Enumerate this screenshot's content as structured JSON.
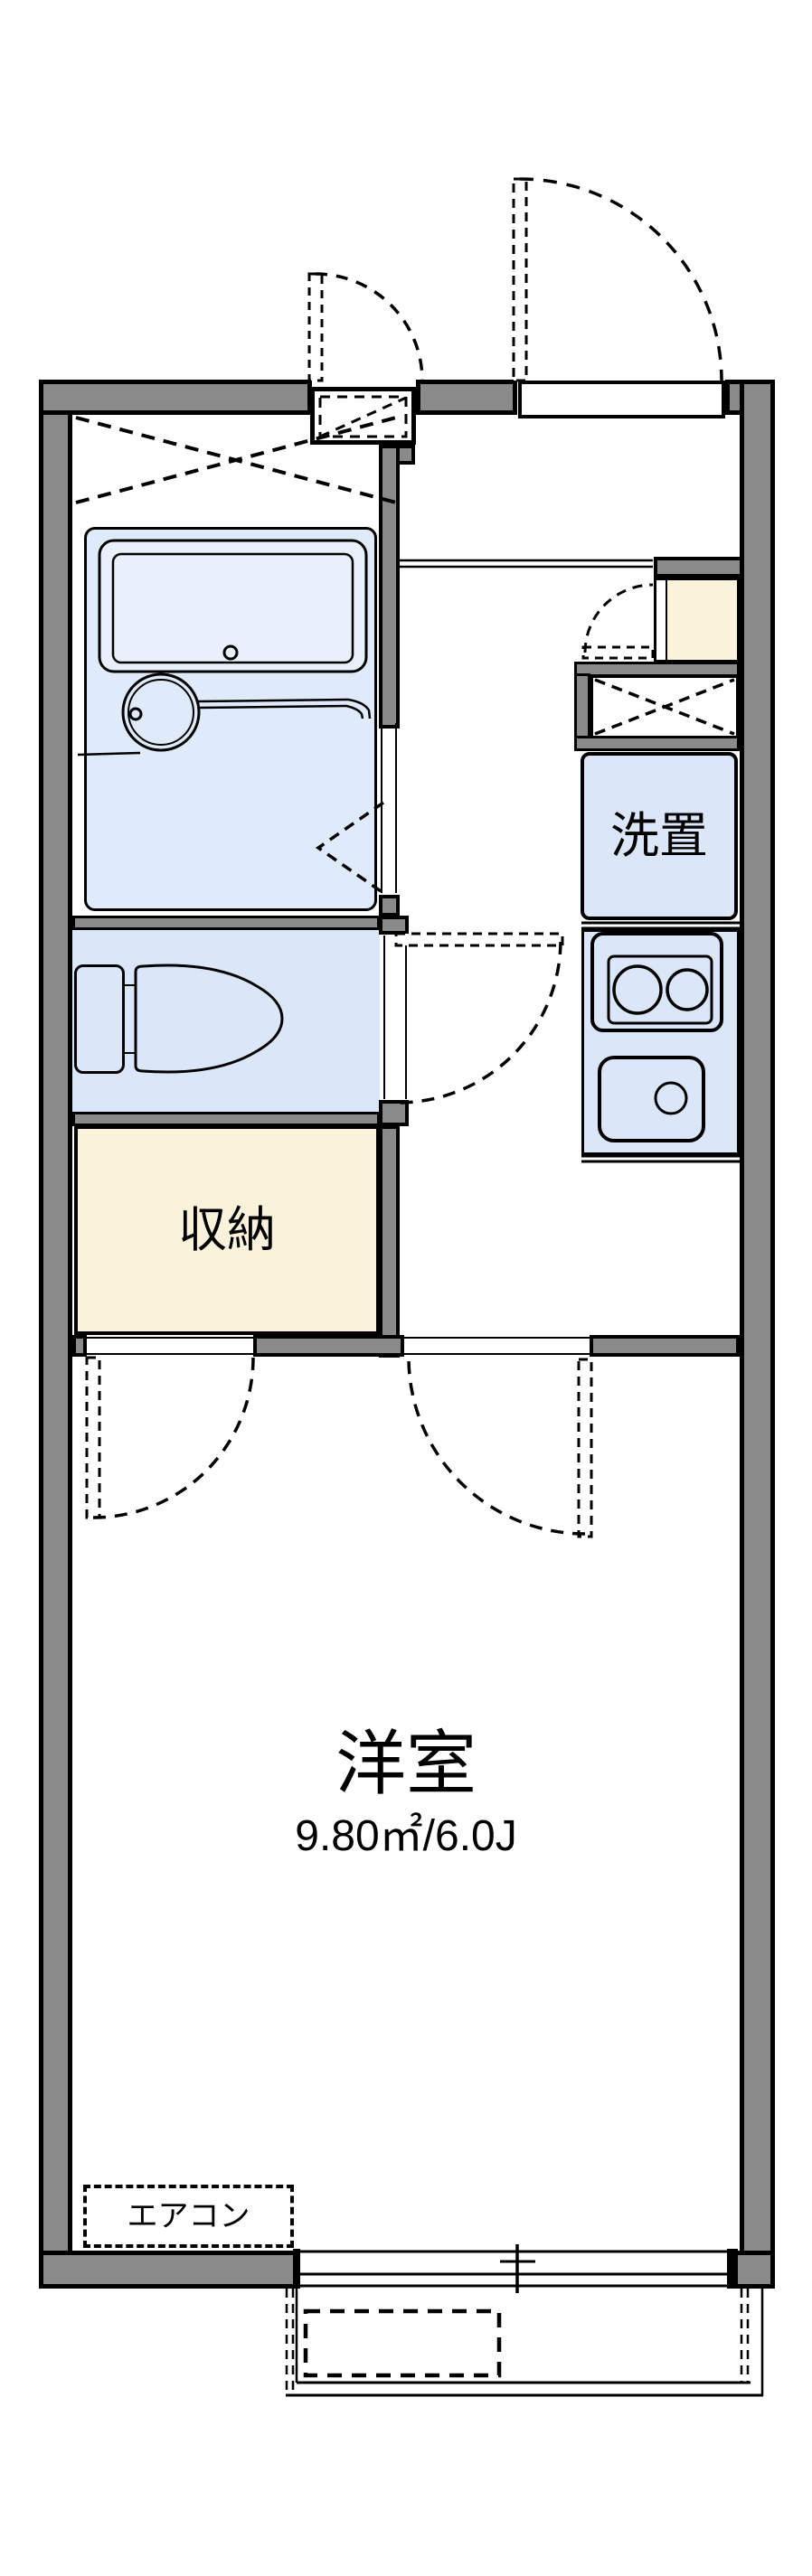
{
  "plan": {
    "type": "apartment-floor-plan",
    "labels": {
      "washer_space": "洗置",
      "storage": "収納",
      "main_room": "洋室",
      "main_room_size": "9.80㎡/6.0J",
      "aircon": "エアコン"
    },
    "rooms": [
      {
        "name": "bathroom",
        "features": [
          "unit-bath",
          "bathtub",
          "round-washbasin",
          "folding-door",
          "upper-shelf-dashed-x"
        ]
      },
      {
        "name": "toilet",
        "features": [
          "toilet-tank",
          "toilet-bowl",
          "swing-door"
        ]
      },
      {
        "name": "storage-closet",
        "label": "収納",
        "features": [
          "swing-door"
        ]
      },
      {
        "name": "hall-kitchen",
        "features": [
          "two-burner-stove",
          "kitchen-sink",
          "washer-space",
          "meter-box",
          "shoe-cabinet"
        ]
      },
      {
        "name": "western-room",
        "label": "洋室",
        "size": "9.80㎡/6.0J",
        "features": [
          "air-conditioner",
          "sliding-window",
          "balcony"
        ]
      }
    ],
    "colors": {
      "wall_fill": "#8a8a8a",
      "fixture_blue": "#dbe7f8",
      "bath_blue": "#dfeafa",
      "tub_blue": "#e8f0fc",
      "storage_cream": "#fbf2dc",
      "line": "#000000",
      "background": "#ffffff"
    }
  }
}
